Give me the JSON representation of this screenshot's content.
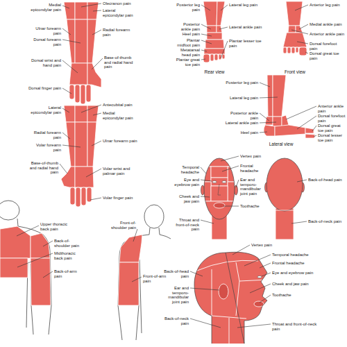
{
  "diagram": {
    "labels": [
      "Medial epicondylar pain",
      "Olecranon pain",
      "Lateral epicondylar pain",
      "Ulnar forearm pain",
      "Radial forearm pain",
      "Dorsal forearm pain",
      "Dorsal wrist and hand pain",
      "Base-of-thumb and radial hand pain",
      "Dorsal finger pain",
      "Lateral epicondylar pain",
      "Antecubital pain",
      "Medial epicondylar pain",
      "Radial forearm pain",
      "Volar forearm pain",
      "Ulnar forearm pain",
      "Base-of-thumb and radial hand pain",
      "Volar wrist and palmar pain",
      "Volar finger pain",
      "Upper thoracic back pain",
      "Back-of-shoulder pain",
      "Midthoracic back pain",
      "Back-of-arm pain",
      "Front-of-shoulder pain",
      "Front-of-arm pain",
      "Posterior leg pain",
      "Lateral leg pain",
      "Anterior leg pain",
      "Posterior ankle pain",
      "Lateral ankle pain",
      "Medial ankle pain",
      "Heel pain",
      "Anterior ankle pain",
      "Plantar lesser toe pain",
      "Plantar midfoot pain",
      "Dorsal forefoot pain",
      "Metatarsal head pain",
      "Dorsal great toe pain",
      "Plantar great toe pain",
      "Rear view",
      "Front view",
      "Posterior leg pain",
      "Lateral leg pain",
      "Anterior ankle pain",
      "Posterior ankle pain",
      "Dorsal forefoot pain",
      "Lateral ankle pain",
      "Dorsal great toe pain",
      "Heel pain",
      "Dorsal lesser toe pain",
      "Lateral view",
      "Vertex pain",
      "Temporal headache",
      "Frontal headache",
      "Back-of-head pain",
      "Eye and eyebrow pain",
      "Ear and temporo-mandibular joint pain",
      "Cheek and jaw pain",
      "Toothache",
      "Throat and front-of-neck pain",
      "Back-of-neck pain",
      "Vertex pain",
      "Temporal headache",
      "Frontal headache",
      "Back-of-head pain",
      "Eye and eyebrow pain",
      "Cheek and jaw pain",
      "Ear and temporo-mandibular joint pain",
      "Toothache",
      "Back-of-neck pain",
      "Throat and front-of-neck pain"
    ]
  }
}
